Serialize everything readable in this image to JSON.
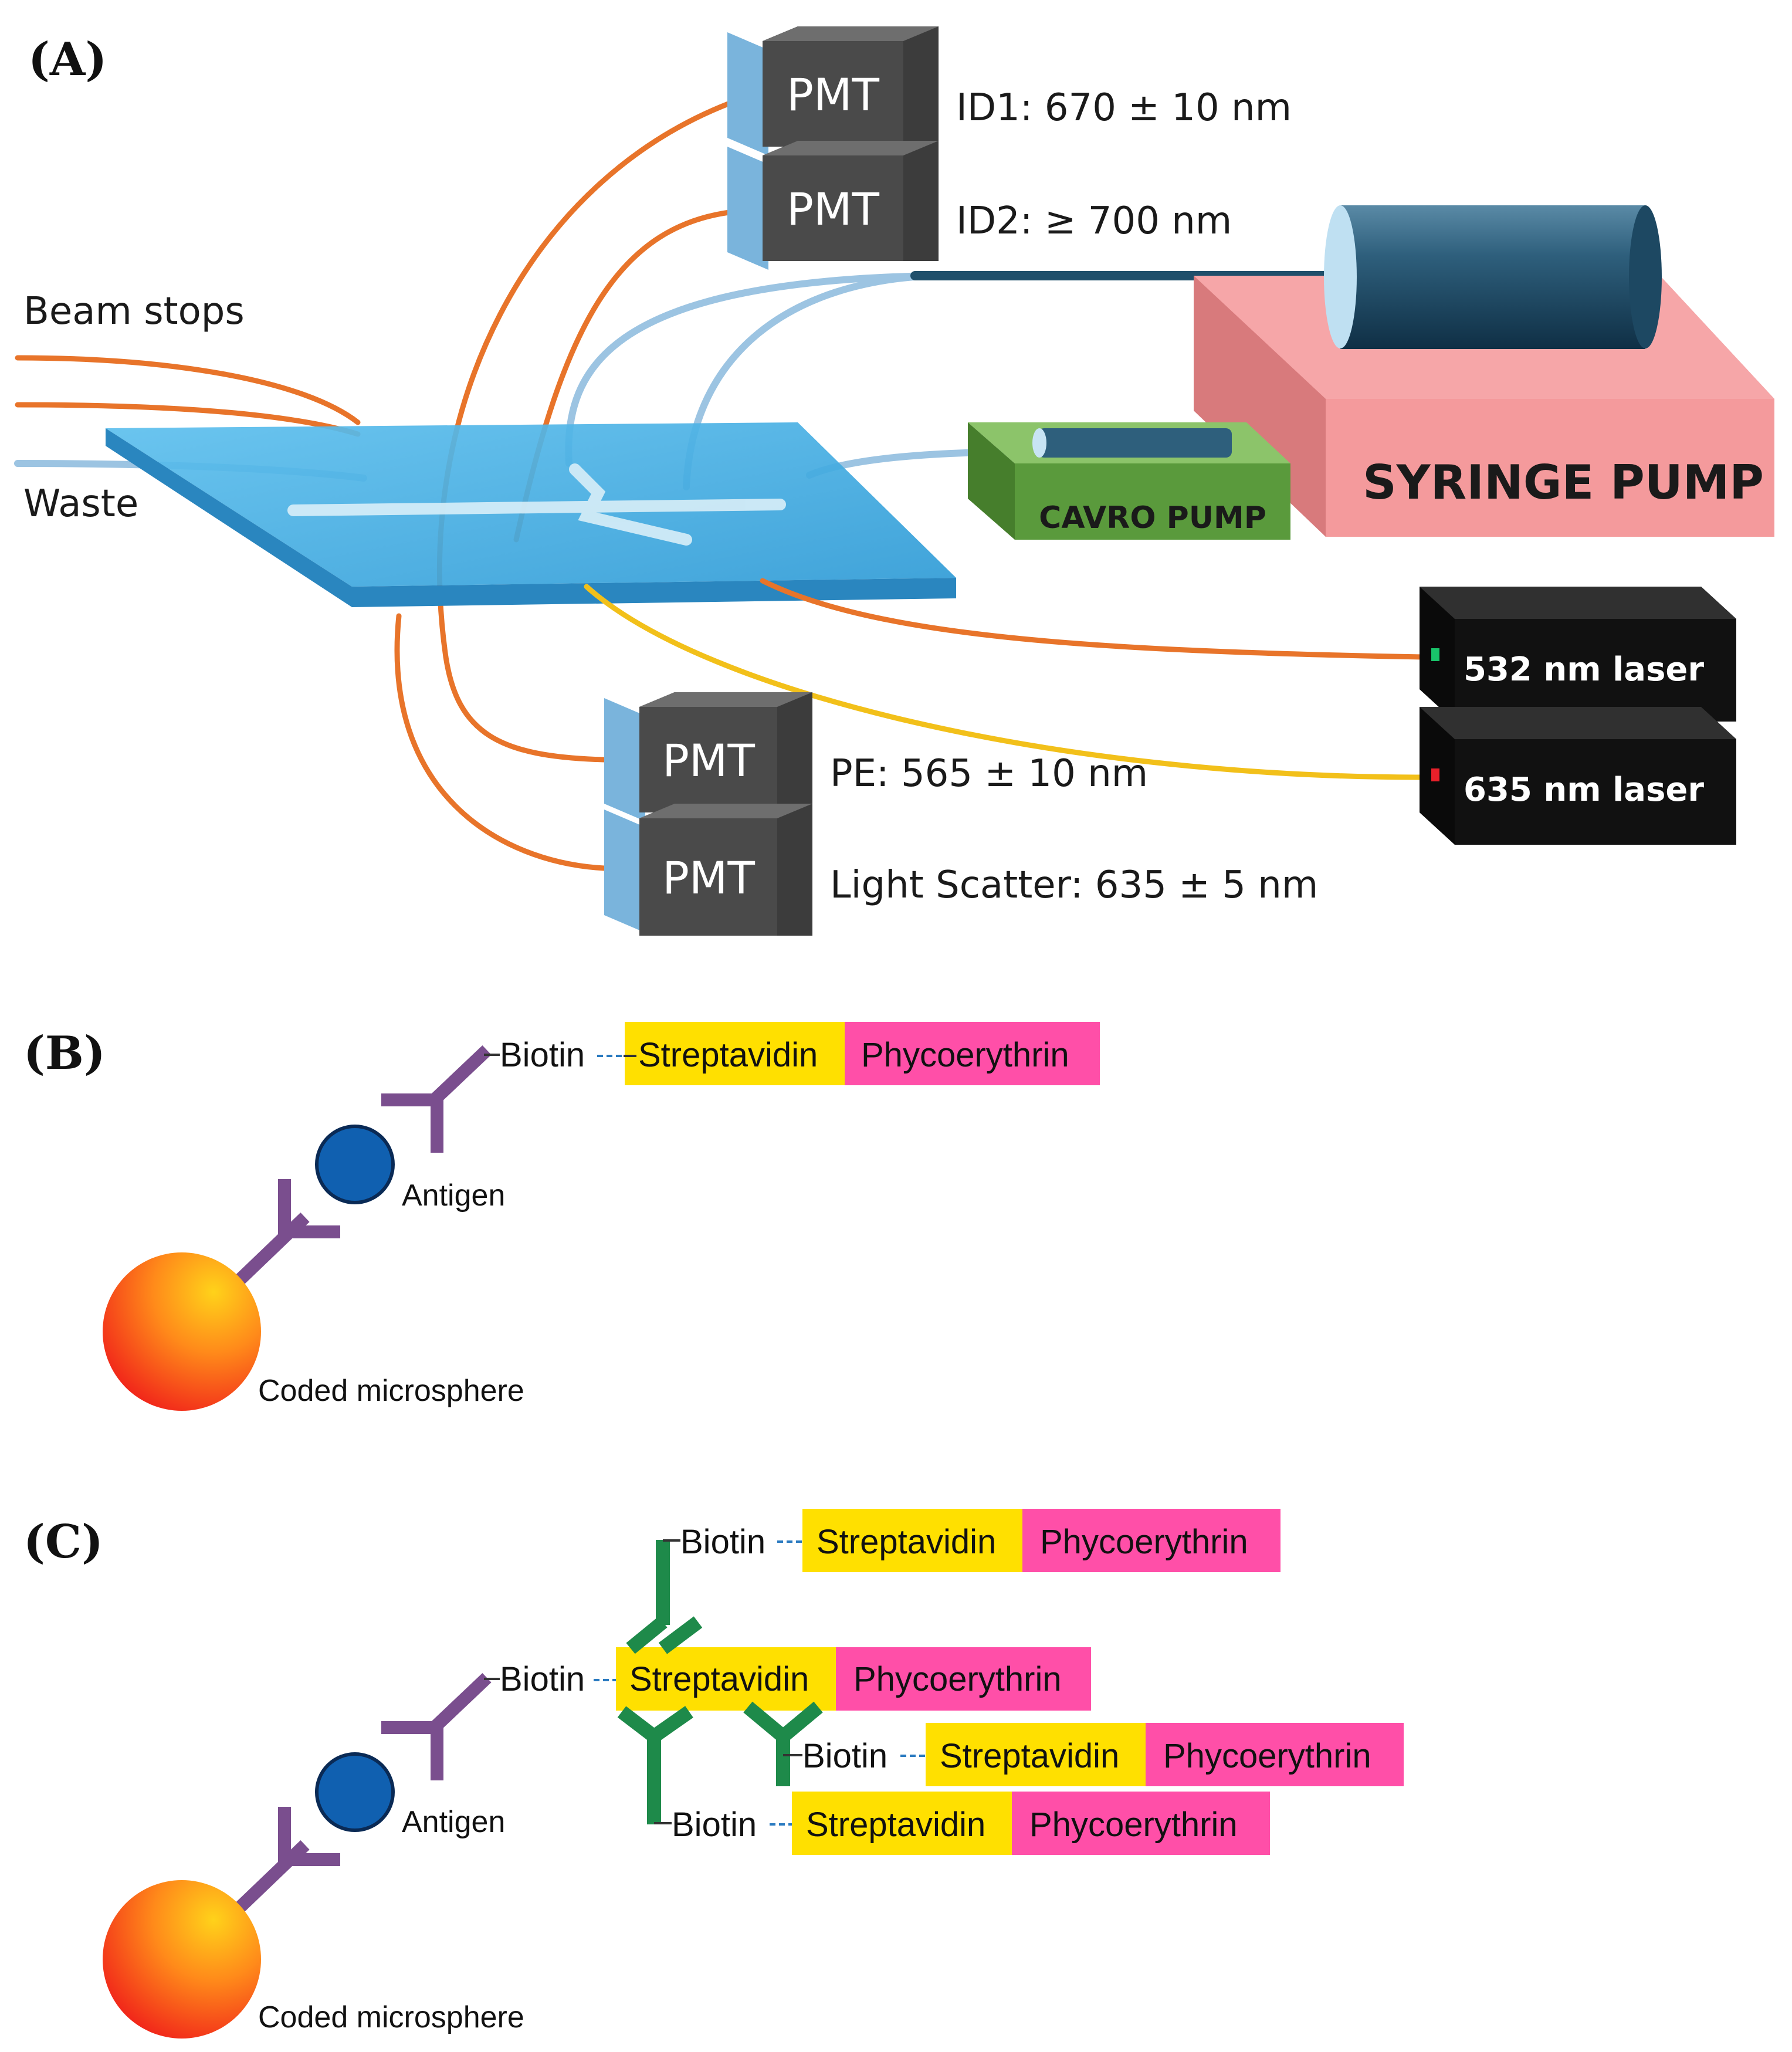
{
  "panels": {
    "a": "(A)",
    "b": "(B)",
    "c": "(C)"
  },
  "instrument": {
    "pmt_label": "PMT",
    "detectors": [
      {
        "label": "ID1: 670 ± 10 nm"
      },
      {
        "label": "ID2: ≥ 700 nm"
      },
      {
        "label": "PE:  565 ± 10 nm"
      },
      {
        "label": "Light Scatter:  635 ± 5 nm"
      }
    ],
    "beam_stops": "Beam stops",
    "waste": "Waste",
    "syringe_pump": "SYRINGE PUMP",
    "cavro_pump": "CAVRO PUMP",
    "lasers": [
      {
        "label": "532 nm laser",
        "indicator": "#19c46a"
      },
      {
        "label": "635 nm laser",
        "indicator": "#e8202a"
      }
    ]
  },
  "assay": {
    "biotin": "Biotin",
    "streptavidin": "Streptavidin",
    "phycoerythrin": "Phycoerythrin",
    "antigen": "Antigen",
    "microsphere": "Coded microsphere"
  },
  "colors": {
    "chip_blue": "#3aa6dc",
    "fiber_orange": "#e8742a",
    "fiber_yellow": "#f2c01a",
    "tube_blue": "#9cc4e2",
    "pmt_gray": "#4a4a4a",
    "syringe_pink": "#f49a9c",
    "cavro_green": "#5a9a3c",
    "antibody_purple": "#7a4e8e",
    "antibody_green": "#1e8a4a",
    "antigen_blue": "#1060b0",
    "streptavidin_yellow": "#ffe000",
    "phycoerythrin_pink": "#ff4fa8"
  }
}
